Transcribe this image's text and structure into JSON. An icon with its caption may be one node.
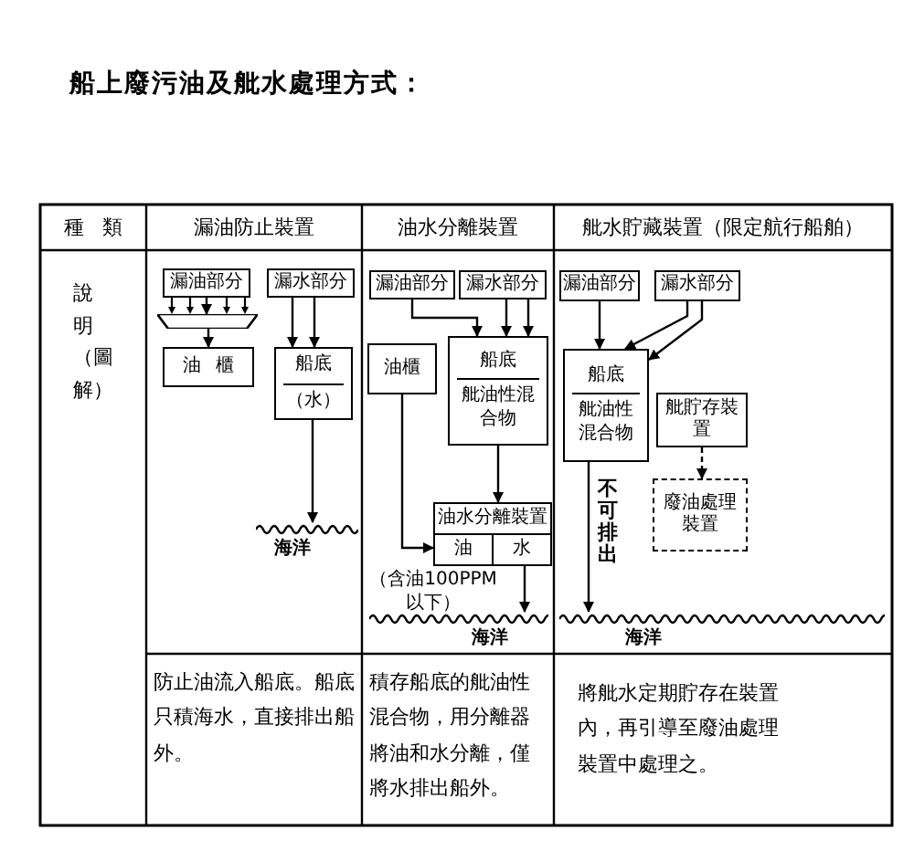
{
  "diagram": {
    "title": "船上廢污油及舭水處理方式：",
    "nodes": [
      {
        "text": [
          "漏油部分"
        ]
      },
      {
        "text": [],
        "shape": "tray"
      },
      {
        "text": [
          "漏水部分"
        ]
      },
      {
        "text": [
          "油櫃"
        ]
      },
      {
        "text": [
          "船底",
          "（水）"
        ]
      },
      {
        "text": [
          "海洋"
        ]
      },
      {
        "text": [
          "漏油部分"
        ]
      },
      {
        "text": [
          "漏水部分"
        ]
      },
      {
        "text": [
          "油櫃"
        ]
      },
      {
        "text": [
          "船底",
          "舭油性混合物"
        ]
      },
      {
        "text": [
          "油水分離裝置",
          "油",
          "水"
        ],
        "beside": [
          "（含油100PPM以下）"
        ]
      },
      {
        "text": [
          "海洋"
        ]
      },
      {
        "text": [
          "漏油部分"
        ]
      },
      {
        "text": [
          "漏水部分"
        ]
      },
      {
        "text": [
          "船底",
          "舭油性混合物"
        ]
      },
      {
        "text": [
          "舭貯存裝置"
        ]
      },
      {
        "text": [
          "廢油處理裝置"
        ]
      },
      {
        "text": [
          "海洋"
        ]
      }
    ],
    "edges": [
      {
        "from": 0,
        "to": 1,
        "arrow": "to"
      },
      {
        "from": 1,
        "to": 3,
        "arrow": "to"
      },
      {
        "from": 2,
        "to": 4,
        "arrow": "to"
      },
      {
        "from": 2,
        "to": 4,
        "arrow": "to"
      },
      {
        "from": 4,
        "to": 5,
        "arrow": "to"
      },
      {
        "from": 6,
        "to": 9,
        "arrow": "to"
      },
      {
        "from": 7,
        "to": 9,
        "arrow": "to"
      },
      {
        "from": 7,
        "to": 9,
        "arrow": "to"
      },
      {
        "from": 8,
        "to": 10,
        "arrow": "to"
      },
      {
        "from": 9,
        "to": 10,
        "arrow": "to"
      },
      {
        "from": 10,
        "to": 11,
        "arrow": "to"
      },
      {
        "from": 12,
        "to": 14,
        "arrow": "to"
      },
      {
        "from": 13,
        "to": 14,
        "arrow": "to"
      },
      {
        "from": 13,
        "to": 14,
        "arrow": "to"
      },
      {
        "from": 14,
        "to": 17,
        "arrow": "to",
        "label": "不可排出"
      },
      {
        "from": 15,
        "to": 16,
        "arrow": "to",
        "style": "dashed"
      }
    ],
    "labels": [
      "種類",
      "漏油防止裝置",
      "油水分離裝置",
      "舭水貯藏裝置（限定航行船舶）",
      "說明（圖解）",
      "防止油流入船底。船底只積海水，直接排出船外。",
      "積存船底的舭油性混合物，用分離器將油和水分離，僅將水排出船外。",
      "將舭水定期貯存在裝置內，再引導至廢油處理裝置中處理之。"
    ]
  }
}
